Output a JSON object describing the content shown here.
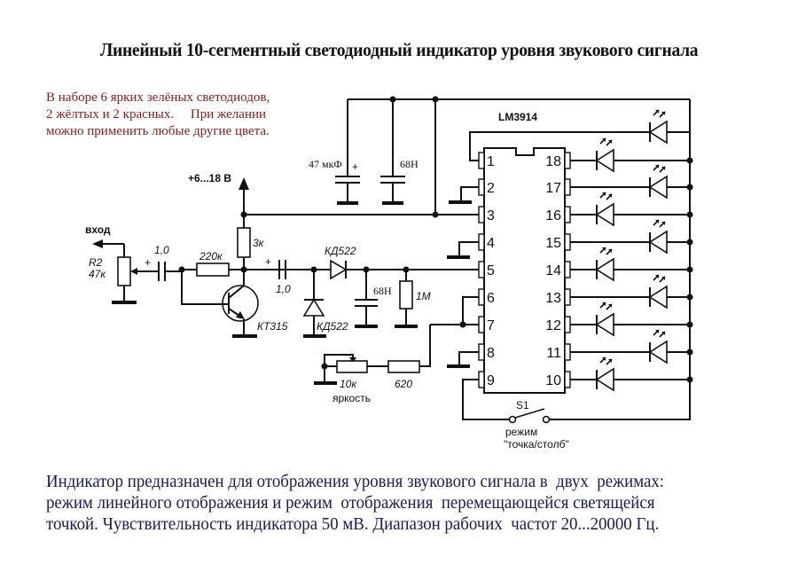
{
  "title": "Линейный 10-сегментный светодиодный индикатор уровня звукового сигнала",
  "note": {
    "lines": [
      "В наборе 6 ярких зелёных светодиодов,",
      "2 жёлтых и 2 красных.     При желании",
      "можно применить любые другие цвета."
    ],
    "color": "#8b1a1a"
  },
  "schematic": {
    "ic_name": "LM3914",
    "supply": "+6...18 В",
    "input_label": "вход",
    "components": {
      "r2_name": "R2",
      "r2_value": "47к",
      "c_in": "1,0",
      "r_base": "220к",
      "r_collector": "3к",
      "transistor": "КТ315",
      "c_couple": "1,0",
      "diode_series": "КД522",
      "diode_shunt": "КД522",
      "c_filter": "68Н",
      "r_load": "1М",
      "c_supply_electrolytic": "47 мкФ",
      "c_supply_ceramic": "68Н",
      "pot_brightness_value": "10к",
      "pot_brightness_label": "яркость",
      "r_brightness": "620",
      "switch_name": "S1",
      "switch_label_line1": "режим",
      "switch_label_line2": "\"точка/столб\""
    },
    "pins_left": [
      "1",
      "2",
      "3",
      "4",
      "5",
      "6",
      "7",
      "8",
      "9"
    ],
    "pins_right": [
      "18",
      "17",
      "16",
      "15",
      "14",
      "13",
      "12",
      "11",
      "10"
    ],
    "plus_sign": "+"
  },
  "description": {
    "lines": [
      "Индикатор предназначен для отображения уровня звукового сигнала в  двух  режимах:",
      "режим линейного отображения и режим  отображения  перемещающейся светящейся",
      "точкой. Чувствительность индикатора 50 мВ. Диапазон рабочих  частот 20...20000 Гц."
    ],
    "color": "#1a1a5a"
  }
}
